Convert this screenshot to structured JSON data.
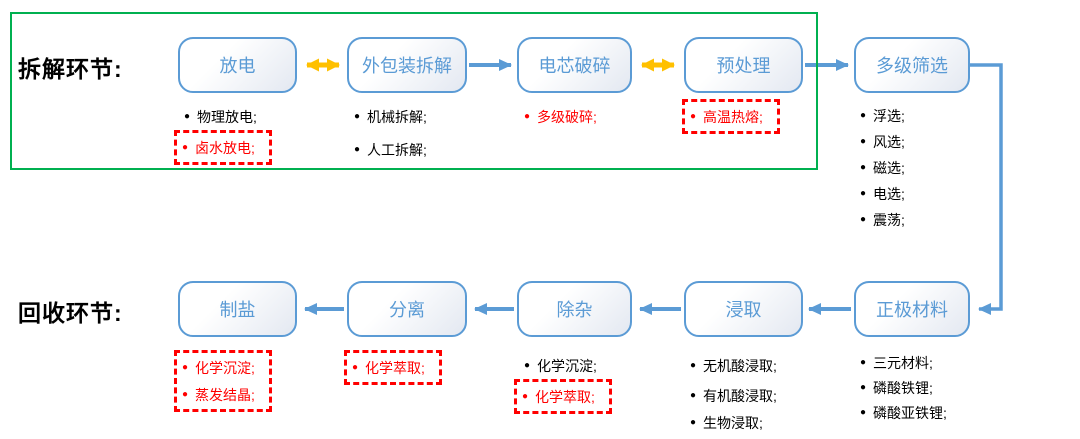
{
  "glyphs": {
    "bullet": "●"
  },
  "colors": {
    "accent_blue": "#5B9BD5",
    "arrow_yellow": "#FFC000",
    "highlight_red": "#FF0000",
    "green_frame": "#00B050",
    "text_black": "#000000"
  },
  "sections": {
    "disassembly": {
      "label": "拆解环节:"
    },
    "recovery": {
      "label": "回收环节:"
    }
  },
  "top_row": {
    "nodes": [
      {
        "title": "放电",
        "bullets": [
          {
            "text": "物理放电;",
            "red": false,
            "boxed": false
          },
          {
            "text": "卤水放电;",
            "red": true,
            "boxed": true
          }
        ]
      },
      {
        "title": "外包装拆解",
        "bullets": [
          {
            "text": "机械拆解;",
            "red": false,
            "boxed": false
          },
          {
            "text": "人工拆解;",
            "red": false,
            "boxed": false
          }
        ]
      },
      {
        "title": "电芯破碎",
        "bullets": [
          {
            "text": "多级破碎;",
            "red": true,
            "boxed": false
          }
        ]
      },
      {
        "title": "预处理",
        "bullets": [
          {
            "text": "高温热熔;",
            "red": true,
            "boxed": true
          }
        ]
      },
      {
        "title": "多级筛选",
        "bullets": [
          {
            "text": "浮选;",
            "red": false,
            "boxed": false
          },
          {
            "text": "风选;",
            "red": false,
            "boxed": false
          },
          {
            "text": "磁选;",
            "red": false,
            "boxed": false
          },
          {
            "text": "电选;",
            "red": false,
            "boxed": false
          },
          {
            "text": "震荡;",
            "red": false,
            "boxed": false
          }
        ]
      }
    ]
  },
  "bottom_row": {
    "nodes": [
      {
        "title": "制盐",
        "bullets": [
          {
            "text": "化学沉淀;",
            "red": true,
            "boxed": true
          },
          {
            "text": "蒸发结晶;",
            "red": true,
            "boxed": true
          }
        ]
      },
      {
        "title": "分离",
        "bullets": [
          {
            "text": "化学萃取;",
            "red": true,
            "boxed": true
          }
        ]
      },
      {
        "title": "除杂",
        "bullets": [
          {
            "text": "化学沉淀;",
            "red": false,
            "boxed": false
          },
          {
            "text": "化学萃取;",
            "red": true,
            "boxed": true
          }
        ]
      },
      {
        "title": "浸取",
        "bullets": [
          {
            "text": "无机酸浸取;",
            "red": false,
            "boxed": false
          },
          {
            "text": "有机酸浸取;",
            "red": false,
            "boxed": false
          },
          {
            "text": "生物浸取;",
            "red": false,
            "boxed": false
          }
        ]
      },
      {
        "title": "正极材料",
        "bullets": [
          {
            "text": "三元材料;",
            "red": false,
            "boxed": false
          },
          {
            "text": "磷酸铁锂;",
            "red": false,
            "boxed": false
          },
          {
            "text": "磷酸亚铁锂;",
            "red": false,
            "boxed": false
          }
        ]
      }
    ]
  },
  "edges": [
    {
      "from": "放电",
      "to": "外包装拆解",
      "type": "bidirectional",
      "color": "yellow"
    },
    {
      "from": "外包装拆解",
      "to": "电芯破碎",
      "type": "forward",
      "color": "blue"
    },
    {
      "from": "电芯破碎",
      "to": "预处理",
      "type": "bidirectional",
      "color": "yellow"
    },
    {
      "from": "预处理",
      "to": "多级筛选",
      "type": "forward",
      "color": "blue"
    },
    {
      "from": "多级筛选",
      "to": "正极材料",
      "type": "forward",
      "color": "blue"
    },
    {
      "from": "正极材料",
      "to": "浸取",
      "type": "forward",
      "color": "blue"
    },
    {
      "from": "浸取",
      "to": "除杂",
      "type": "forward",
      "color": "blue"
    },
    {
      "from": "除杂",
      "to": "分离",
      "type": "forward",
      "color": "blue"
    },
    {
      "from": "分离",
      "to": "制盐",
      "type": "forward",
      "color": "blue"
    }
  ]
}
